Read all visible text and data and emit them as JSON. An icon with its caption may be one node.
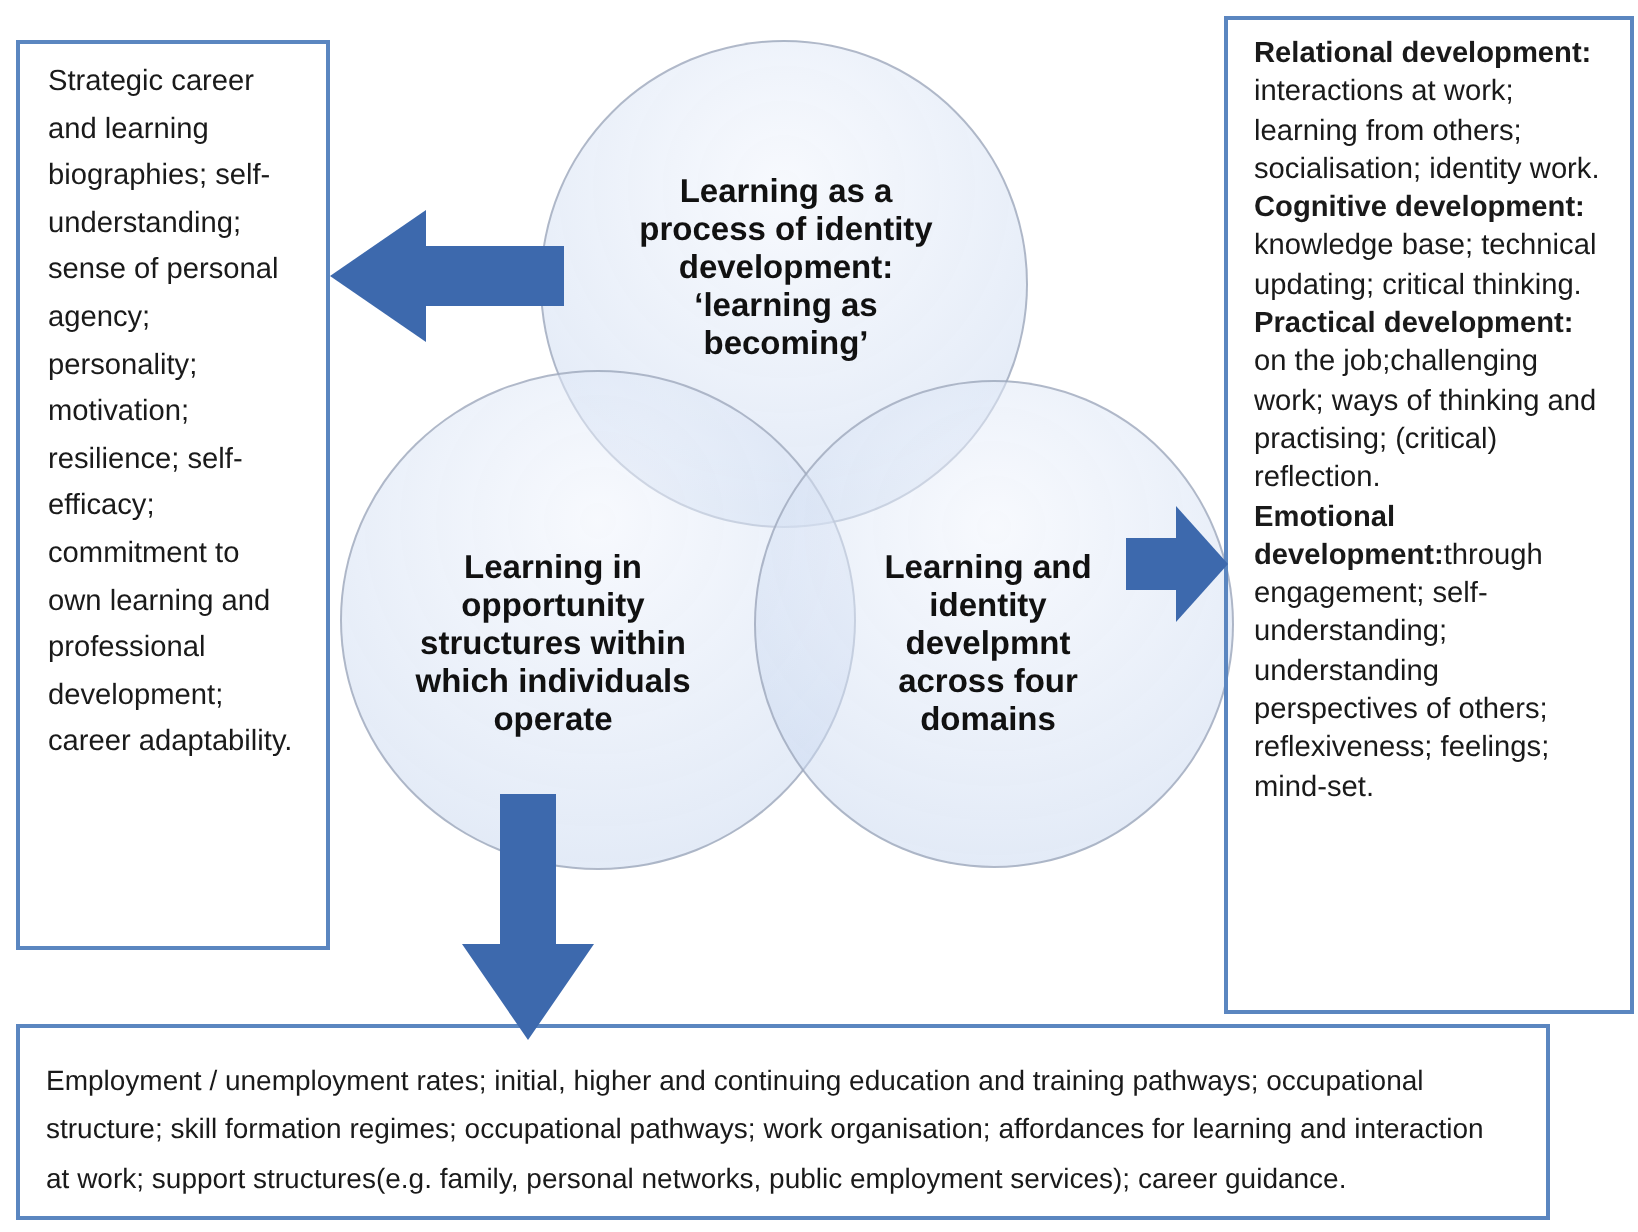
{
  "diagram": {
    "nodes": [
      {
        "text": [
          "Strategic career and learning biographies; self-understanding; sense of personal agency; personality; motivation; resilience; self-efficacy; commitment to own learning and professional development; career adaptability."
        ]
      },
      {
        "text": [
          "Learning as a process of identity development: ‘learning as becoming’"
        ]
      },
      {
        "text": [
          "Learning in opportunity structures within which individuals operate"
        ]
      },
      {
        "text": [
          "Learning and identity develpmnt across four domains"
        ]
      },
      {
        "text": [
          "**Relational development:** interactions at work; learning from others; socialisation; identity work.",
          "**Cognitive development:** knowledge base; technical updating; critical thinking.",
          "**Practical development:** on the job;challenging work; ways of thinking and practising; (critical) reflection.",
          "**Emotional development:**through engagement; self-understanding; understanding perspectives of others; reflexiveness; feelings; mind-set."
        ]
      },
      {
        "text": [
          "Employment / unemployment rates; initial, higher and continuing education and training pathways; occupational structure; skill formation regimes; occupational pathways; work organisation; affordances for learning and interaction at work; support structures(e.g. family, personal networks, public employment services); career guidance."
        ]
      }
    ],
    "edges": [
      {
        "from": 1,
        "to": 0,
        "arrow": "to"
      },
      {
        "from": 3,
        "to": 4,
        "arrow": "to"
      },
      {
        "from": 2,
        "to": 5,
        "arrow": "to"
      }
    ]
  }
}
